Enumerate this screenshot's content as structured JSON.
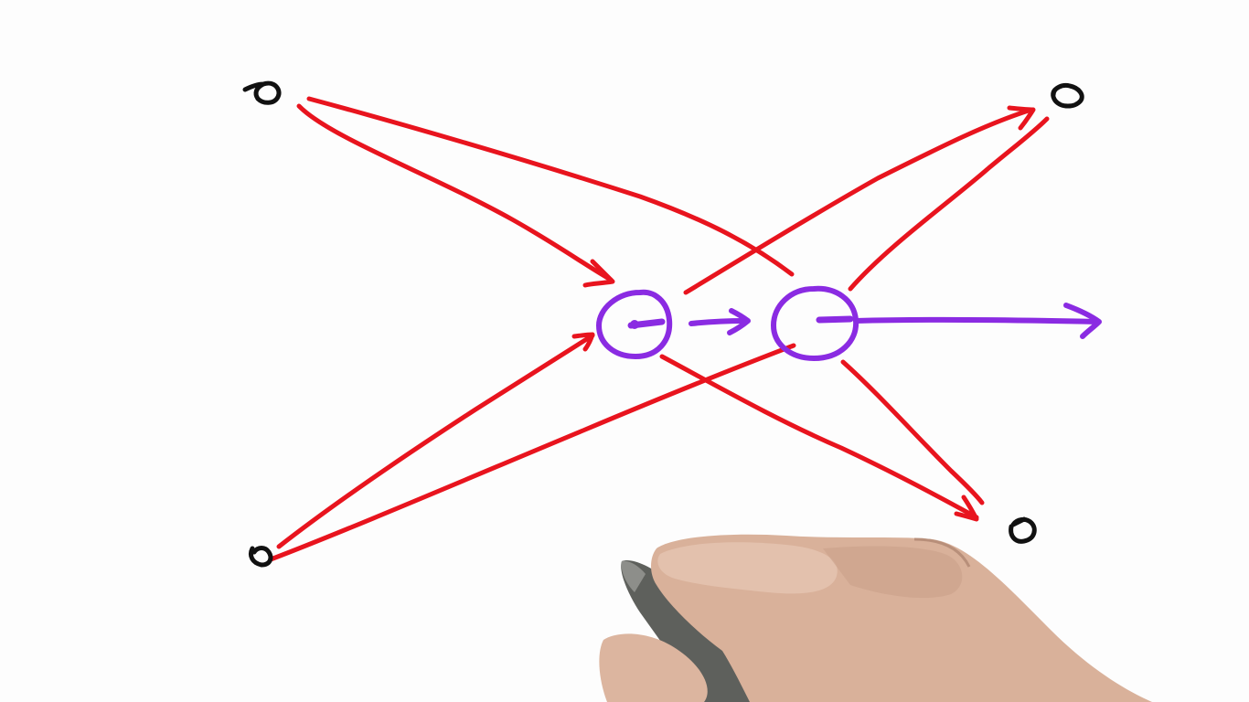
{
  "diagram": {
    "colors": {
      "background": "#fdfdfd",
      "edge": "#e8141e",
      "center_node": "#8a2be2",
      "port": "#111111",
      "skin": "#d9b19a",
      "pen": "#5e605c"
    },
    "ports": [
      {
        "name": "top-left-port"
      },
      {
        "name": "top-right-port"
      },
      {
        "name": "bottom-left-port"
      },
      {
        "name": "bottom-right-port"
      }
    ],
    "center_nodes": [
      {
        "name": "left-center-node"
      },
      {
        "name": "right-center-node"
      }
    ],
    "icons": [
      "hand-icon",
      "marker-pen-icon"
    ]
  }
}
